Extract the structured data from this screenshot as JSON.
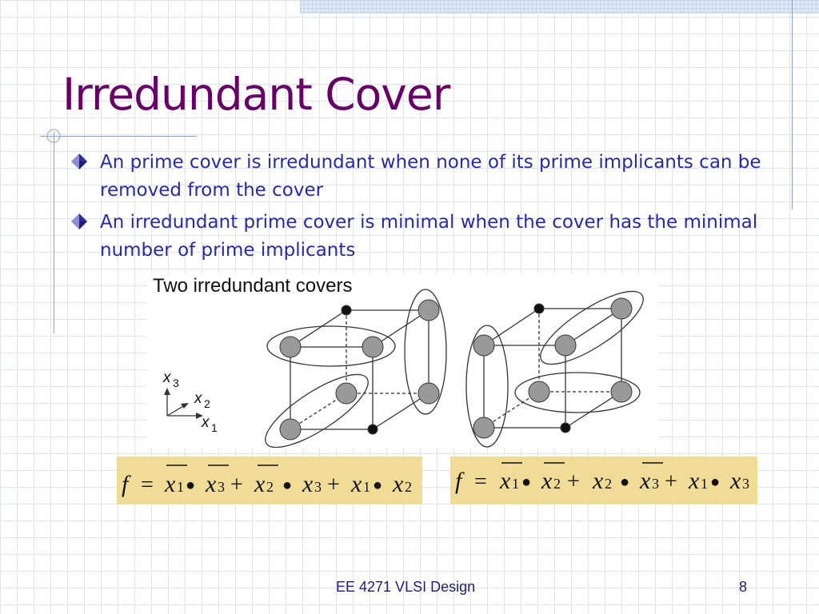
{
  "slide": {
    "title": "Irredundant Cover",
    "bullets": [
      "An prime cover is irredundant when none of its prime implicants can be removed from the cover",
      "An irredundant prime cover is minimal when the cover has the minimal number of prime implicants"
    ],
    "footer": "EE 4271 VLSI Design",
    "page_number": "8"
  },
  "figure": {
    "caption": "Two irredundant covers",
    "axis_labels": {
      "x1": "x",
      "x1_sub": "1",
      "x2": "x",
      "x2_sub": "2",
      "x3": "x",
      "x3_sub": "3"
    }
  },
  "formulas": {
    "left": {
      "lhs": "f",
      "eq": "=",
      "terms": [
        {
          "a": "x",
          "a_sub": "1",
          "b": "x",
          "b_sub": "3"
        },
        {
          "a": "x",
          "a_sub": "2",
          "b": "x",
          "b_sub": "3"
        },
        {
          "a": "x",
          "a_sub": "1",
          "b": "x",
          "b_sub": "2"
        }
      ],
      "op": "+",
      "dot": "●"
    },
    "right": {
      "lhs": "f",
      "eq": "=",
      "terms": [
        {
          "a": "x",
          "a_sub": "1",
          "b": "x",
          "b_sub": "2"
        },
        {
          "a": "x",
          "a_sub": "2",
          "b": "x",
          "b_sub": "3"
        },
        {
          "a": "x",
          "a_sub": "1",
          "b": "x",
          "b_sub": "3"
        }
      ],
      "op": "+",
      "dot": "●"
    }
  },
  "colors": {
    "title": "#660066",
    "bullet_text": "#2a2a9c",
    "formula_bg": "#f0dc96",
    "node_fill": "#999999",
    "accent_line": "#8fa2cf"
  }
}
